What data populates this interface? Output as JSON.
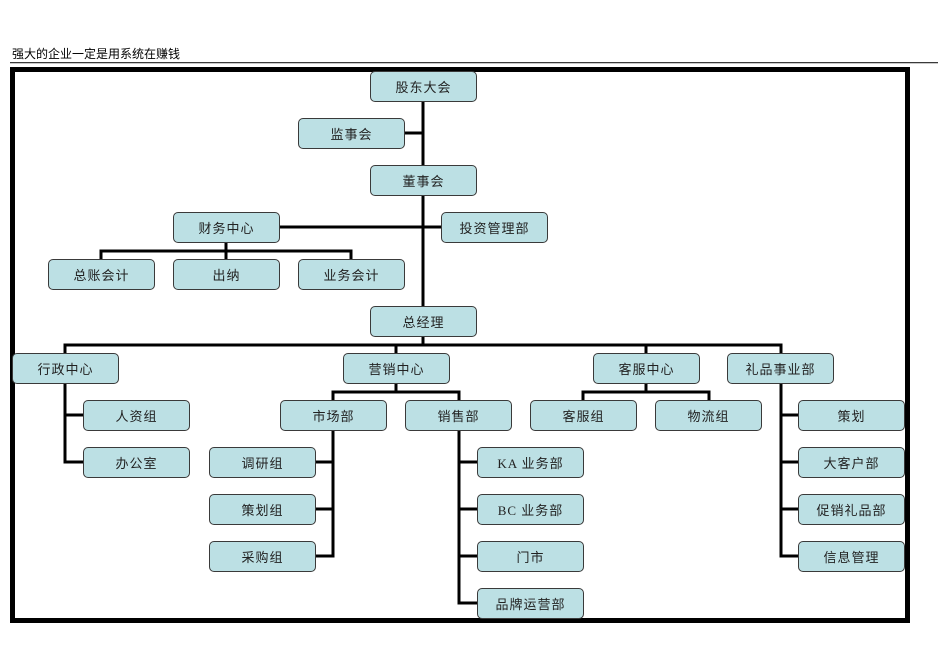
{
  "header": {
    "title": "强大的企业一定是用系统在赚钱"
  },
  "theme": {
    "box_fill": "#BCE0E4",
    "box_border": "#3A3A3A",
    "line_color": "#000000"
  },
  "org_chart": {
    "nodes": [
      {
        "id": "shareholders-meeting",
        "label": "股东大会",
        "parent": null
      },
      {
        "id": "board-of-supervisors",
        "label": "监事会",
        "parent": "shareholders-meeting"
      },
      {
        "id": "board-of-directors",
        "label": "董事会",
        "parent": "shareholders-meeting"
      },
      {
        "id": "finance-center",
        "label": "财务中心",
        "parent": "board-of-directors"
      },
      {
        "id": "investment-management",
        "label": "投资管理部",
        "parent": "board-of-directors"
      },
      {
        "id": "general-ledger-accounting",
        "label": "总账会计",
        "parent": "finance-center"
      },
      {
        "id": "cashier",
        "label": "出纳",
        "parent": "finance-center"
      },
      {
        "id": "business-accounting",
        "label": "业务会计",
        "parent": "finance-center"
      },
      {
        "id": "general-manager",
        "label": "总经理",
        "parent": "board-of-directors"
      },
      {
        "id": "administration-center",
        "label": "行政中心",
        "parent": "general-manager"
      },
      {
        "id": "marketing-center",
        "label": "营销中心",
        "parent": "general-manager"
      },
      {
        "id": "customer-service-center",
        "label": "客服中心",
        "parent": "general-manager"
      },
      {
        "id": "gift-business-division",
        "label": "礼品事业部",
        "parent": "general-manager"
      },
      {
        "id": "hr-group",
        "label": "人资组",
        "parent": "administration-center"
      },
      {
        "id": "office",
        "label": "办公室",
        "parent": "administration-center"
      },
      {
        "id": "market-department",
        "label": "市场部",
        "parent": "marketing-center"
      },
      {
        "id": "sales-department",
        "label": "销售部",
        "parent": "marketing-center"
      },
      {
        "id": "research-group",
        "label": "调研组",
        "parent": "market-department"
      },
      {
        "id": "planning-group",
        "label": "策划组",
        "parent": "market-department"
      },
      {
        "id": "purchasing-group",
        "label": "采购组",
        "parent": "market-department"
      },
      {
        "id": "ka-business-department",
        "label": "KA 业务部",
        "parent": "sales-department"
      },
      {
        "id": "bc-business-department",
        "label": "BC 业务部",
        "parent": "sales-department"
      },
      {
        "id": "retail-store",
        "label": "门市",
        "parent": "sales-department"
      },
      {
        "id": "brand-operations",
        "label": "品牌运营部",
        "parent": "sales-department"
      },
      {
        "id": "customer-service-group",
        "label": "客服组",
        "parent": "customer-service-center"
      },
      {
        "id": "logistics-group",
        "label": "物流组",
        "parent": "customer-service-center"
      },
      {
        "id": "planning",
        "label": "策划",
        "parent": "gift-business-division"
      },
      {
        "id": "key-accounts",
        "label": "大客户部",
        "parent": "gift-business-division"
      },
      {
        "id": "promotional-gifts",
        "label": "促销礼品部",
        "parent": "gift-business-division"
      },
      {
        "id": "information-management",
        "label": "信息管理",
        "parent": "gift-business-division"
      }
    ]
  }
}
